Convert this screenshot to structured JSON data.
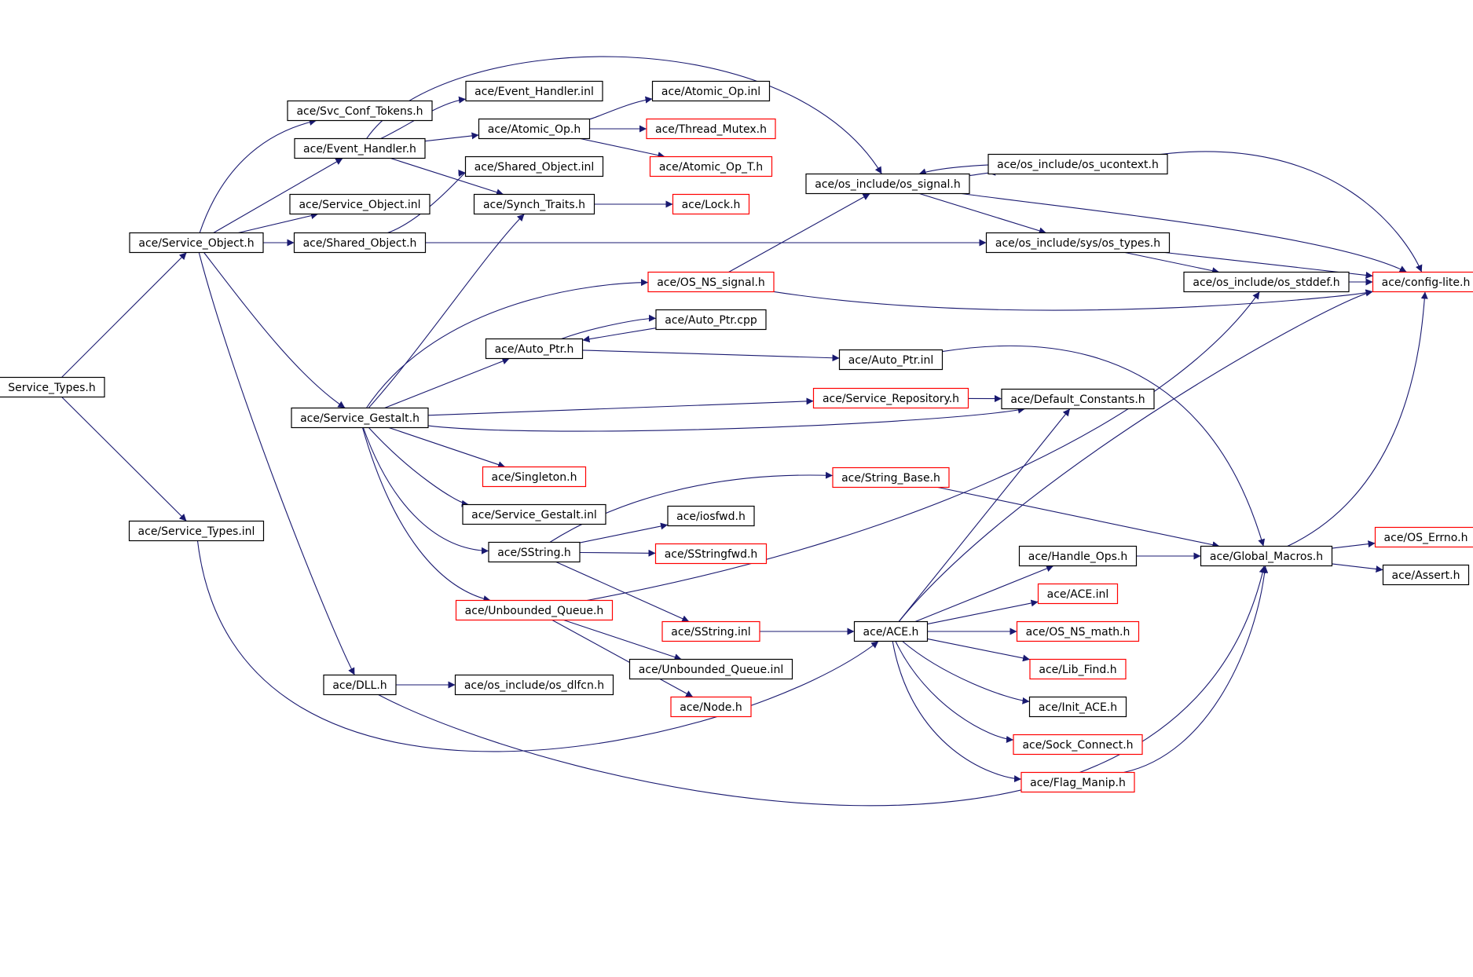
{
  "graph": {
    "colors": {
      "edge": "#191970",
      "node_border_normal": "#000000",
      "node_border_truncated": "#ff0000",
      "root_fill": "#bfbfbf"
    },
    "nodes": [
      {
        "id": "service_types_h",
        "label": "Service_Types.h",
        "kind": "root"
      },
      {
        "id": "service_object_h",
        "label": "ace/Service_Object.h",
        "kind": "normal"
      },
      {
        "id": "service_types_inl",
        "label": "ace/Service_Types.inl",
        "kind": "normal"
      },
      {
        "id": "svc_conf_tokens_h",
        "label": "ace/Svc_Conf_Tokens.h",
        "kind": "normal"
      },
      {
        "id": "event_handler_h",
        "label": "ace/Event_Handler.h",
        "kind": "normal"
      },
      {
        "id": "service_object_inl",
        "label": "ace/Service_Object.inl",
        "kind": "normal"
      },
      {
        "id": "shared_object_h",
        "label": "ace/Shared_Object.h",
        "kind": "normal"
      },
      {
        "id": "service_gestalt_h",
        "label": "ace/Service_Gestalt.h",
        "kind": "normal"
      },
      {
        "id": "dll_h",
        "label": "ace/DLL.h",
        "kind": "normal"
      },
      {
        "id": "event_handler_inl",
        "label": "ace/Event_Handler.inl",
        "kind": "normal"
      },
      {
        "id": "atomic_op_h",
        "label": "ace/Atomic_Op.h",
        "kind": "normal"
      },
      {
        "id": "shared_object_inl",
        "label": "ace/Shared_Object.inl",
        "kind": "normal"
      },
      {
        "id": "synch_traits_h",
        "label": "ace/Synch_Traits.h",
        "kind": "normal"
      },
      {
        "id": "atomic_op_inl",
        "label": "ace/Atomic_Op.inl",
        "kind": "normal"
      },
      {
        "id": "thread_mutex_h",
        "label": "ace/Thread_Mutex.h",
        "kind": "truncated"
      },
      {
        "id": "atomic_op_t_h",
        "label": "ace/Atomic_Op_T.h",
        "kind": "truncated"
      },
      {
        "id": "lock_h",
        "label": "ace/Lock.h",
        "kind": "truncated"
      },
      {
        "id": "os_signal_h",
        "label": "ace/os_include/os_signal.h",
        "kind": "normal"
      },
      {
        "id": "os_ucontext_h",
        "label": "ace/os_include/os_ucontext.h",
        "kind": "normal"
      },
      {
        "id": "os_types_h",
        "label": "ace/os_include/sys/os_types.h",
        "kind": "normal"
      },
      {
        "id": "os_stddef_h",
        "label": "ace/os_include/os_stddef.h",
        "kind": "normal"
      },
      {
        "id": "config_lite_h",
        "label": "ace/config-lite.h",
        "kind": "truncated"
      },
      {
        "id": "os_ns_signal_h",
        "label": "ace/OS_NS_signal.h",
        "kind": "truncated"
      },
      {
        "id": "auto_ptr_cpp",
        "label": "ace/Auto_Ptr.cpp",
        "kind": "normal"
      },
      {
        "id": "auto_ptr_h",
        "label": "ace/Auto_Ptr.h",
        "kind": "normal"
      },
      {
        "id": "auto_ptr_inl",
        "label": "ace/Auto_Ptr.inl",
        "kind": "normal"
      },
      {
        "id": "service_repository_h",
        "label": "ace/Service_Repository.h",
        "kind": "truncated"
      },
      {
        "id": "default_constants_h",
        "label": "ace/Default_Constants.h",
        "kind": "normal"
      },
      {
        "id": "singleton_h",
        "label": "ace/Singleton.h",
        "kind": "truncated"
      },
      {
        "id": "string_base_h",
        "label": "ace/String_Base.h",
        "kind": "truncated"
      },
      {
        "id": "service_gestalt_inl",
        "label": "ace/Service_Gestalt.inl",
        "kind": "normal"
      },
      {
        "id": "iosfwd_h",
        "label": "ace/iosfwd.h",
        "kind": "normal"
      },
      {
        "id": "sstring_h",
        "label": "ace/SString.h",
        "kind": "normal"
      },
      {
        "id": "sstringfwd_h",
        "label": "ace/SStringfwd.h",
        "kind": "truncated"
      },
      {
        "id": "global_macros_h",
        "label": "ace/Global_Macros.h",
        "kind": "normal"
      },
      {
        "id": "os_errno_h",
        "label": "ace/OS_Errno.h",
        "kind": "truncated"
      },
      {
        "id": "assert_h",
        "label": "ace/Assert.h",
        "kind": "normal"
      },
      {
        "id": "handle_ops_h",
        "label": "ace/Handle_Ops.h",
        "kind": "normal"
      },
      {
        "id": "unbounded_queue_h",
        "label": "ace/Unbounded_Queue.h",
        "kind": "truncated"
      },
      {
        "id": "ace_inl",
        "label": "ace/ACE.inl",
        "kind": "truncated"
      },
      {
        "id": "sstring_inl",
        "label": "ace/SString.inl",
        "kind": "truncated"
      },
      {
        "id": "ace_h",
        "label": "ace/ACE.h",
        "kind": "normal"
      },
      {
        "id": "os_ns_math_h",
        "label": "ace/OS_NS_math.h",
        "kind": "truncated"
      },
      {
        "id": "unbounded_queue_inl",
        "label": "ace/Unbounded_Queue.inl",
        "kind": "normal"
      },
      {
        "id": "lib_find_h",
        "label": "ace/Lib_Find.h",
        "kind": "truncated"
      },
      {
        "id": "dll_h_dlfcn",
        "label": "ace/os_include/os_dlfcn.h",
        "kind": "normal"
      },
      {
        "id": "node_h",
        "label": "ace/Node.h",
        "kind": "truncated"
      },
      {
        "id": "init_ace_h",
        "label": "ace/Init_ACE.h",
        "kind": "normal"
      },
      {
        "id": "sock_connect_h",
        "label": "ace/Sock_Connect.h",
        "kind": "truncated"
      },
      {
        "id": "flag_manip_h",
        "label": "ace/Flag_Manip.h",
        "kind": "truncated"
      }
    ],
    "edges": [
      {
        "from": "service_types_h",
        "to": "service_object_h"
      },
      {
        "from": "service_types_h",
        "to": "service_types_inl"
      },
      {
        "from": "service_object_h",
        "to": "svc_conf_tokens_h"
      },
      {
        "from": "service_object_h",
        "to": "event_handler_h"
      },
      {
        "from": "service_object_h",
        "to": "service_object_inl"
      },
      {
        "from": "service_object_h",
        "to": "shared_object_h"
      },
      {
        "from": "service_object_h",
        "to": "service_gestalt_h"
      },
      {
        "from": "service_object_h",
        "to": "dll_h"
      },
      {
        "from": "event_handler_h",
        "to": "event_handler_inl"
      },
      {
        "from": "event_handler_h",
        "to": "atomic_op_h"
      },
      {
        "from": "event_handler_h",
        "to": "synch_traits_h"
      },
      {
        "from": "event_handler_h",
        "to": "os_signal_h"
      },
      {
        "from": "atomic_op_h",
        "to": "atomic_op_inl"
      },
      {
        "from": "atomic_op_h",
        "to": "thread_mutex_h"
      },
      {
        "from": "atomic_op_h",
        "to": "atomic_op_t_h"
      },
      {
        "from": "shared_object_h",
        "to": "shared_object_inl"
      },
      {
        "from": "shared_object_h",
        "to": "os_types_h"
      },
      {
        "from": "synch_traits_h",
        "to": "lock_h"
      },
      {
        "from": "os_signal_h",
        "to": "os_types_h"
      },
      {
        "from": "os_signal_h",
        "to": "config_lite_h"
      },
      {
        "from": "os_signal_h",
        "to": "os_ucontext_h"
      },
      {
        "from": "os_ucontext_h",
        "to": "os_signal_h"
      },
      {
        "from": "os_ucontext_h",
        "to": "config_lite_h"
      },
      {
        "from": "os_types_h",
        "to": "os_stddef_h"
      },
      {
        "from": "os_types_h",
        "to": "config_lite_h"
      },
      {
        "from": "os_stddef_h",
        "to": "config_lite_h"
      },
      {
        "from": "service_gestalt_h",
        "to": "synch_traits_h"
      },
      {
        "from": "service_gestalt_h",
        "to": "os_ns_signal_h"
      },
      {
        "from": "service_gestalt_h",
        "to": "auto_ptr_h"
      },
      {
        "from": "service_gestalt_h",
        "to": "service_repository_h"
      },
      {
        "from": "service_gestalt_h",
        "to": "default_constants_h"
      },
      {
        "from": "service_gestalt_h",
        "to": "singleton_h"
      },
      {
        "from": "service_gestalt_h",
        "to": "service_gestalt_inl"
      },
      {
        "from": "service_gestalt_h",
        "to": "sstring_h"
      },
      {
        "from": "service_gestalt_h",
        "to": "unbounded_queue_h"
      },
      {
        "from": "os_ns_signal_h",
        "to": "os_signal_h"
      },
      {
        "from": "os_ns_signal_h",
        "to": "config_lite_h"
      },
      {
        "from": "auto_ptr_h",
        "to": "auto_ptr_cpp"
      },
      {
        "from": "auto_ptr_cpp",
        "to": "auto_ptr_h"
      },
      {
        "from": "auto_ptr_h",
        "to": "auto_ptr_inl"
      },
      {
        "from": "auto_ptr_inl",
        "to": "global_macros_h"
      },
      {
        "from": "service_repository_h",
        "to": "default_constants_h"
      },
      {
        "from": "sstring_h",
        "to": "string_base_h"
      },
      {
        "from": "sstring_h",
        "to": "iosfwd_h"
      },
      {
        "from": "sstring_h",
        "to": "sstringfwd_h"
      },
      {
        "from": "sstring_h",
        "to": "sstring_inl"
      },
      {
        "from": "string_base_h",
        "to": "global_macros_h"
      },
      {
        "from": "sstring_inl",
        "to": "ace_h"
      },
      {
        "from": "unbounded_queue_h",
        "to": "os_stddef_h"
      },
      {
        "from": "unbounded_queue_h",
        "to": "unbounded_queue_inl"
      },
      {
        "from": "unbounded_queue_h",
        "to": "node_h"
      },
      {
        "from": "global_macros_h",
        "to": "config_lite_h"
      },
      {
        "from": "global_macros_h",
        "to": "os_errno_h"
      },
      {
        "from": "global_macros_h",
        "to": "assert_h"
      },
      {
        "from": "handle_ops_h",
        "to": "global_macros_h"
      },
      {
        "from": "ace_h",
        "to": "default_constants_h"
      },
      {
        "from": "ace_h",
        "to": "config_lite_h"
      },
      {
        "from": "ace_h",
        "to": "handle_ops_h"
      },
      {
        "from": "ace_h",
        "to": "ace_inl"
      },
      {
        "from": "ace_h",
        "to": "os_ns_math_h"
      },
      {
        "from": "ace_h",
        "to": "lib_find_h"
      },
      {
        "from": "ace_h",
        "to": "init_ace_h"
      },
      {
        "from": "ace_h",
        "to": "sock_connect_h"
      },
      {
        "from": "ace_h",
        "to": "flag_manip_h"
      },
      {
        "from": "flag_manip_h",
        "to": "global_macros_h"
      },
      {
        "from": "dll_h",
        "to": "dll_h_dlfcn"
      },
      {
        "from": "dll_h",
        "to": "global_macros_h"
      },
      {
        "from": "service_types_inl",
        "to": "ace_h"
      }
    ]
  }
}
